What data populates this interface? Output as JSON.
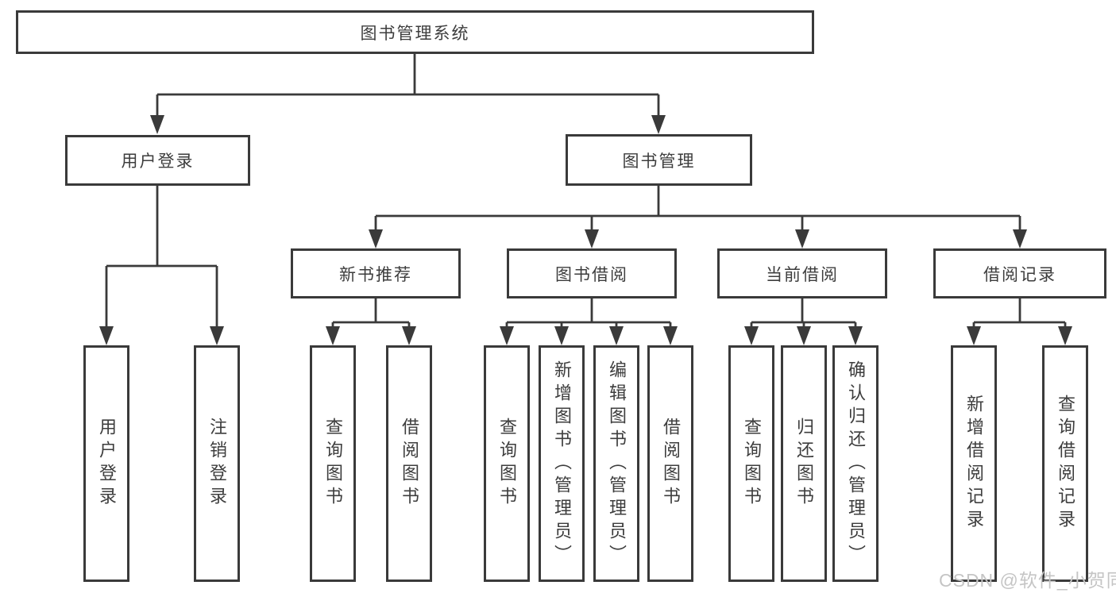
{
  "tree": {
    "label": "图书管理系统",
    "children": [
      {
        "label": "用户登录",
        "children": [
          {
            "label": "用户登录"
          },
          {
            "label": "注销登录"
          }
        ]
      },
      {
        "label": "图书管理",
        "children": [
          {
            "label": "新书推荐",
            "children": [
              {
                "label": "查询图书"
              },
              {
                "label": "借阅图书"
              }
            ]
          },
          {
            "label": "图书借阅",
            "children": [
              {
                "label": "查询图书"
              },
              {
                "label": "新增图书（管理员）"
              },
              {
                "label": "编辑图书（管理员）"
              },
              {
                "label": "借阅图书"
              }
            ]
          },
          {
            "label": "当前借阅",
            "children": [
              {
                "label": "查询图书"
              },
              {
                "label": "归还图书"
              },
              {
                "label": "确认归还（管理员）"
              }
            ]
          },
          {
            "label": "借阅记录",
            "children": [
              {
                "label": "新增借阅记录"
              },
              {
                "label": "查询借阅记录"
              }
            ]
          }
        ]
      }
    ]
  },
  "watermark": {
    "text": "CSDN @软件_小贺同学"
  },
  "colors": {
    "line": "#3a3a3a",
    "text": "#3d3d3d",
    "watermark": "#c5c5c5",
    "background": "#ffffff"
  }
}
